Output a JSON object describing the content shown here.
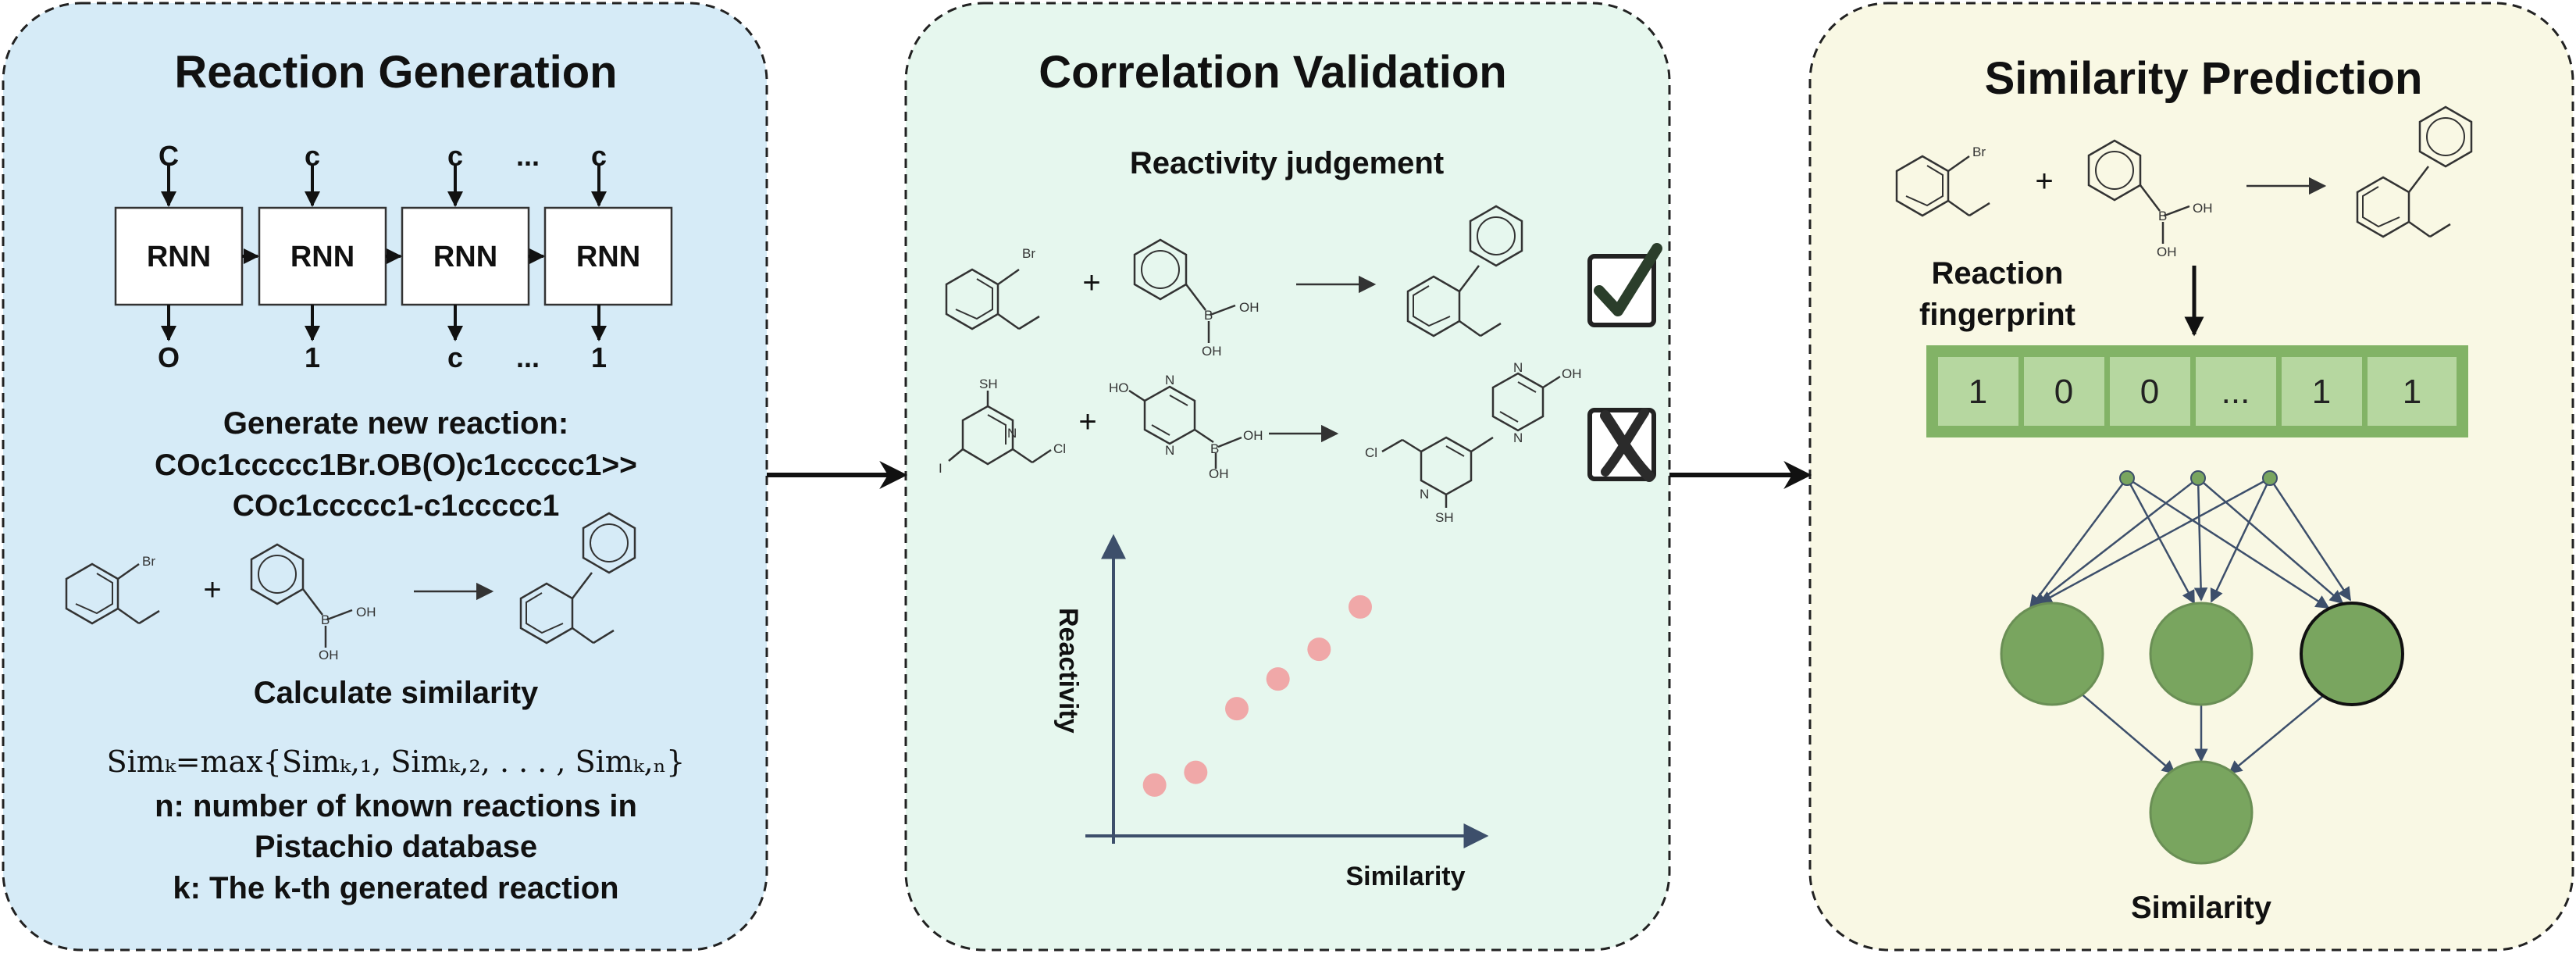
{
  "panels": {
    "generation": {
      "title": "Reaction Generation",
      "rnn_label": "RNN",
      "input_tokens": [
        "C",
        "c",
        "c",
        "...",
        "c"
      ],
      "output_tokens": [
        "O",
        "1",
        "c",
        "...",
        "1"
      ],
      "generate_label": "Generate new reaction:",
      "smiles_line1": "COc1ccccc1Br.OB(O)c1ccccc1>>",
      "smiles_line2": "COc1ccccc1-c1ccccc1",
      "similarity_label": "Calculate similarity",
      "formula": "Simₖ=max{Simₖ,₁, Simₖ,₂, . . . , Simₖ,ₙ}",
      "note_n1": "n: number of known reactions in",
      "note_n2": "Pistachio database",
      "note_k": "k: The k-th generated reaction"
    },
    "validation": {
      "title": "Correlation Validation",
      "judgement_label": "Reactivity judgement",
      "y_axis_label": "Reactivity",
      "x_axis_label": "Similarity"
    },
    "prediction": {
      "title": "Similarity Prediction",
      "fingerprint_label_1": "Reaction",
      "fingerprint_label_2": "fingerprint",
      "fingerprint_bits": [
        "1",
        "0",
        "0",
        "...",
        "1",
        "1"
      ],
      "output_label": "Similarity"
    }
  },
  "chemistry": {
    "atoms": {
      "br": "Br",
      "oh": "OH",
      "b": "B",
      "sh": "SH",
      "ho": "HO",
      "n": "N",
      "cl": "Cl",
      "i": "I",
      "plus": "+"
    }
  },
  "colors": {
    "generation_bg": "#d6ebf7",
    "validation_bg": "#e6f7ee",
    "prediction_bg": "#f9f8e4",
    "fingerprint_fill": "#b6d7a0",
    "fingerprint_border": "#82b366",
    "neuron": "#79a55f",
    "scatter_point": "#f0a8a8",
    "arrow_blue": "#3d4f6b"
  },
  "chart_data": {
    "type": "scatter",
    "title": "",
    "xlabel": "Similarity",
    "ylabel": "Reactivity",
    "axis_ticks": false,
    "series": [
      {
        "x": [
          1,
          2,
          3,
          4,
          5,
          6
        ],
        "y": [
          1.2,
          1.5,
          3.0,
          3.7,
          4.4,
          5.4
        ]
      }
    ],
    "xlim": [
      0,
      9
    ],
    "ylim": [
      0,
      7
    ]
  }
}
